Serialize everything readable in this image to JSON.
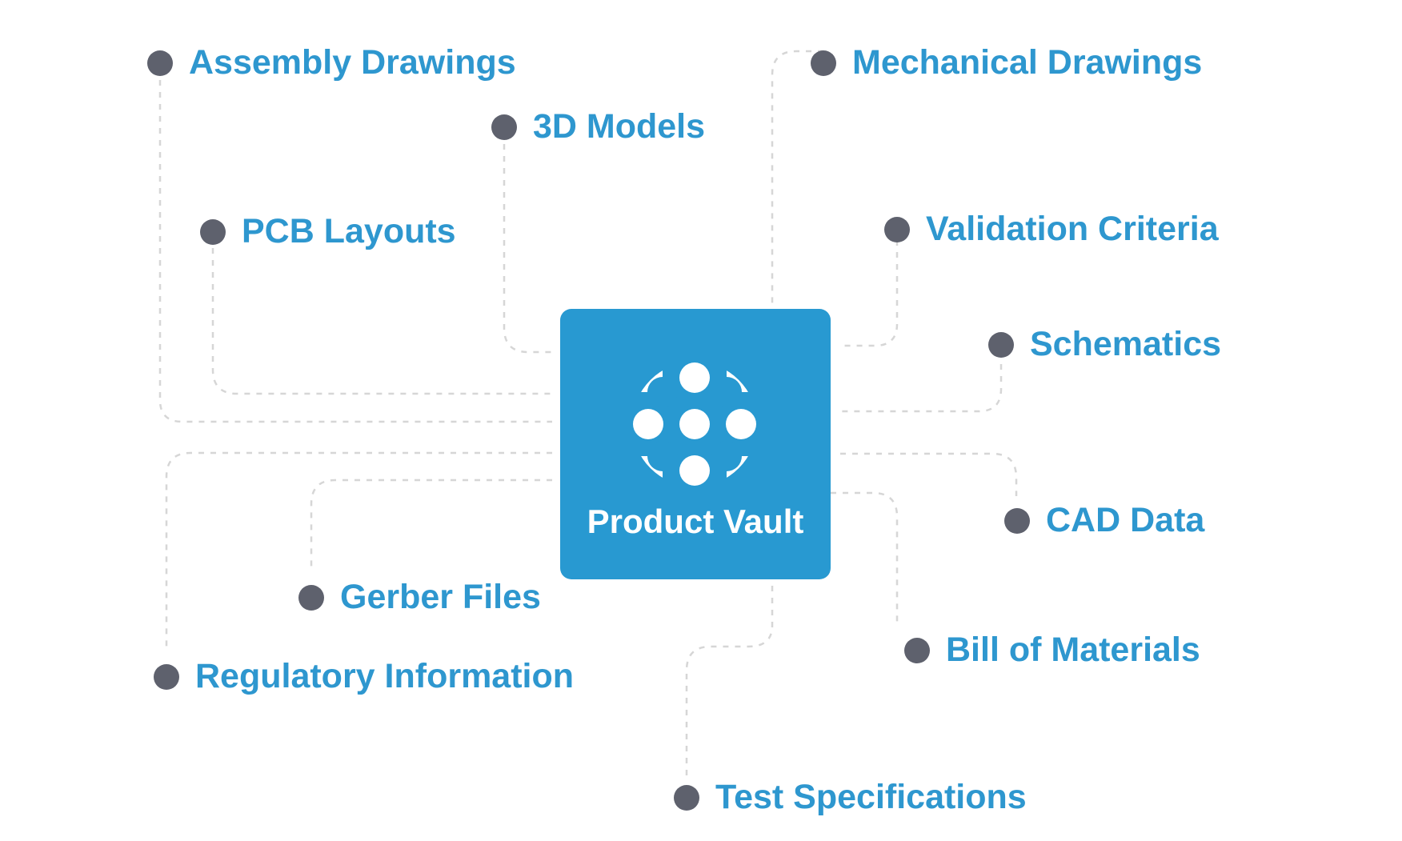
{
  "hub": {
    "title": "Product Vault",
    "icon": "vault-logo-icon",
    "color": "#2899d1"
  },
  "nodes": [
    {
      "id": "assembly-drawings",
      "label": "Assembly Drawings"
    },
    {
      "id": "mechanical-drawings",
      "label": "Mechanical Drawings"
    },
    {
      "id": "3d-models",
      "label": "3D Models"
    },
    {
      "id": "pcb-layouts",
      "label": "PCB Layouts"
    },
    {
      "id": "validation-criteria",
      "label": "Validation Criteria"
    },
    {
      "id": "schematics",
      "label": "Schematics"
    },
    {
      "id": "cad-data",
      "label": "CAD Data"
    },
    {
      "id": "gerber-files",
      "label": "Gerber Files"
    },
    {
      "id": "bill-of-materials",
      "label": "Bill of Materials"
    },
    {
      "id": "regulatory-information",
      "label": "Regulatory Information"
    },
    {
      "id": "test-specifications",
      "label": "Test Specifications"
    }
  ],
  "colors": {
    "label": "#2e97cf",
    "dot": "#5e616d",
    "connector": "#d6d6d6"
  }
}
